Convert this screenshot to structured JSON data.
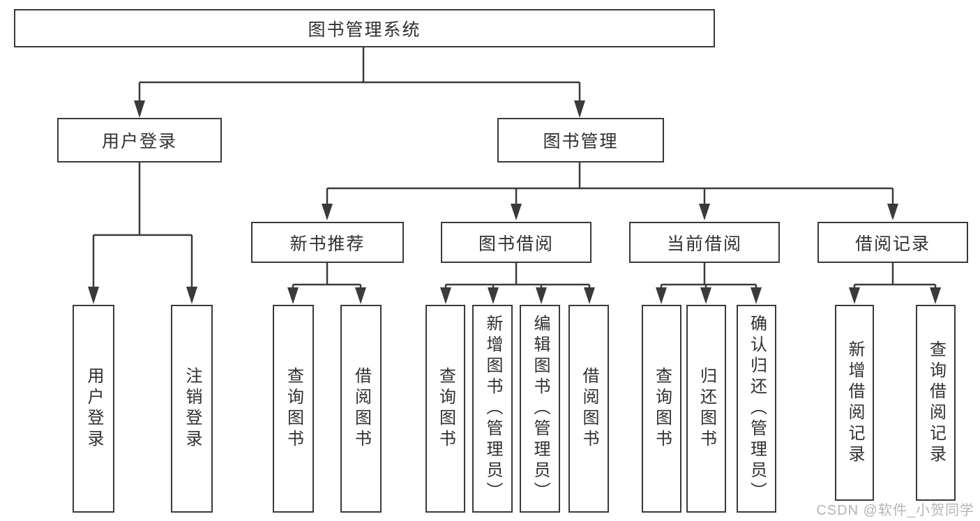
{
  "diagram_title": "图书管理系统",
  "nodes": {
    "root": "图书管理系统",
    "user_login": "用户登录",
    "book_management": "图书管理",
    "new_book_recommend": "新书推荐",
    "book_borrow": "图书借阅",
    "current_borrow": "当前借阅",
    "borrow_records": "借阅记录",
    "leaf_user_login": "用户登录",
    "leaf_logout": "注销登录",
    "leaf_query_book_a": "查询图书",
    "leaf_borrow_book_a": "借阅图书",
    "leaf_query_book_b": "查询图书",
    "leaf_add_book_admin": "新增图书（管理员）",
    "leaf_edit_book_admin": "编辑图书（管理员）",
    "leaf_borrow_book_b": "借阅图书",
    "leaf_query_book_c": "查询图书",
    "leaf_return_book": "归还图书",
    "leaf_confirm_return_admin": "确认归还（管理员）",
    "leaf_add_borrow_record": "新增借阅记录",
    "leaf_query_borrow_record": "查询借阅记录"
  },
  "watermark": "CSDN @软件_小贺同学",
  "colors": {
    "line": "#3a3a3a",
    "box_border": "#3a3a3a",
    "text": "#303030",
    "watermark": "#b4b4b4",
    "background": "#ffffff"
  }
}
